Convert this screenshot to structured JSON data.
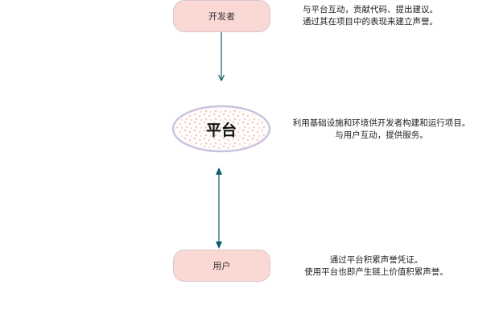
{
  "nodes": {
    "developer": {
      "label": "开发者"
    },
    "platform": {
      "label": "平台"
    },
    "user": {
      "label": "用户"
    }
  },
  "notes": {
    "developer": [
      "与平台互动，贡献代码、提出建议。",
      "通过其在项目中的表现来建立声誉。"
    ],
    "platform": [
      "利用基础设施和环境供开发者构建和运行项目。",
      "与用户互动，提供服务。"
    ],
    "user": [
      "通过平台积累声誉凭证。",
      "使用平台也即产生链上价值积累声誉。"
    ]
  },
  "colors": {
    "node_fill": "#fad9d5",
    "node_border": "#d9c6cc",
    "arrow": "#0e5c63",
    "ellipse_border": "#c9c3dc",
    "ellipse_dots": "#f5c9c0"
  }
}
